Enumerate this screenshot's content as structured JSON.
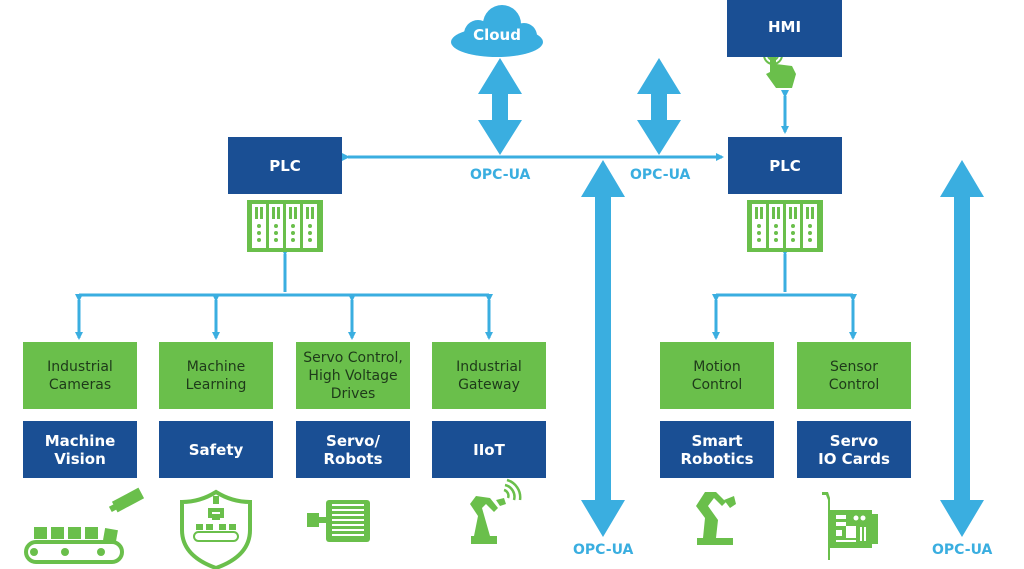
{
  "cloud": {
    "label": "Cloud"
  },
  "hmi": {
    "label": "HMI"
  },
  "plc_left": {
    "label": "PLC"
  },
  "plc_right": {
    "label": "PLC"
  },
  "bus_labels": [
    "OPC-UA",
    "OPC-UA"
  ],
  "bottom_labels": [
    "OPC-UA",
    "OPC-UA"
  ],
  "left_group": [
    {
      "function": "Industrial\nCameras",
      "application": "Machine\nVision",
      "icon": "conveyor-camera-icon"
    },
    {
      "function": "Machine\nLearning",
      "application": "Safety",
      "icon": "safety-shield-icon"
    },
    {
      "function": "Servo Control,\nHigh Voltage\nDrives",
      "application": "Servo/\nRobots",
      "icon": "servo-motor-icon"
    },
    {
      "function": "Industrial\nGateway",
      "application": "IIoT",
      "icon": "wireless-robot-arm-icon"
    }
  ],
  "right_group": [
    {
      "function": "Motion\nControl",
      "application": "Smart\nRobotics",
      "icon": "robot-arm-icon"
    },
    {
      "function": "Sensor\nControl",
      "application": "Servo\nIO Cards",
      "icon": "io-card-icon"
    }
  ],
  "colors": {
    "navy": "#1a4f94",
    "green": "#6abf4b",
    "arrow_blue": "#3aaee0"
  }
}
